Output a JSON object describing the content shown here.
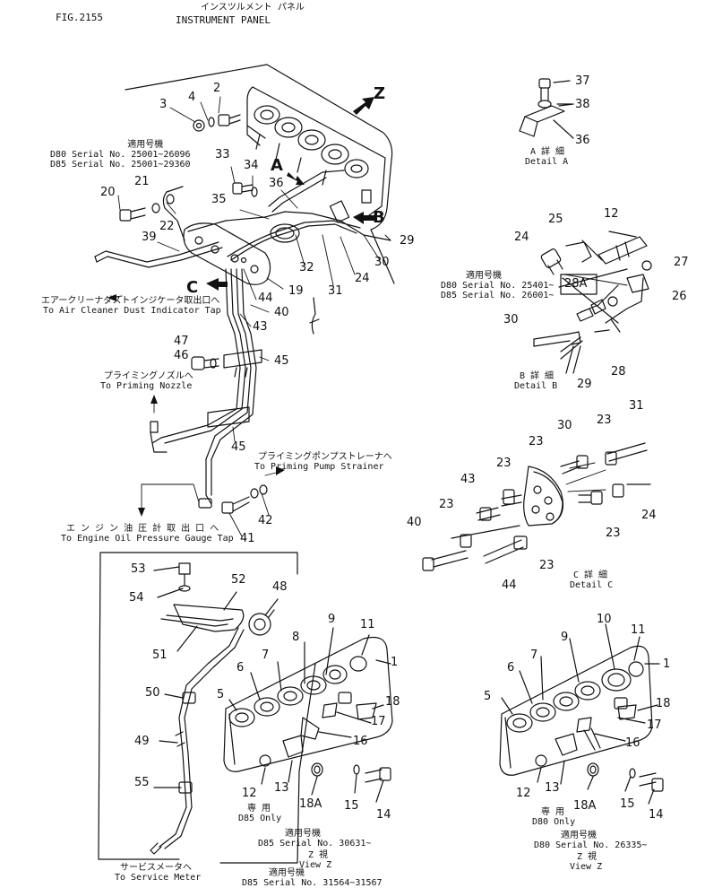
{
  "header": {
    "fig": "FIG.2155",
    "title_jp": "インスツルメント パネル",
    "title": "INSTRUMENT PANEL"
  },
  "notes": {
    "top_left": [
      "適用号機",
      "D80  Serial  No.  25001~26096",
      "D85  Serial  No.  25001~29360"
    ],
    "detail_b": [
      "適用号機",
      "D80  Serial  No.  25401~",
      "D85  Serial  No.  26001~"
    ],
    "view_left_only": [
      "専 用",
      "D85  Only"
    ],
    "view_left_serial": [
      "適用号機",
      "D85  Serial  No.  30631~"
    ],
    "view_left_caption": [
      "Z 視",
      "View Z"
    ],
    "view_left_serial2": [
      "適用号機",
      "D85  Serial  No.  31564~31567"
    ],
    "view_right_only": [
      "専 用",
      "D80  Only"
    ],
    "view_right_serial": [
      "適用号機",
      "D80  Serial  No.  26335~"
    ],
    "view_right_caption": [
      "Z 視",
      "View Z"
    ]
  },
  "callouts": {
    "air_cleaner": [
      "エアークリーナダストインジケータ取出口へ",
      "To  Air  Cleaner  Dust  Indicator  Tap"
    ],
    "priming_nozzle": [
      "プライミングノズルへ",
      "To  Priming  Nozzle"
    ],
    "priming_pump": [
      "プライミングポンプストレーナへ",
      "To  Priming  Pump  Strainer"
    ],
    "engine_oil": [
      "エ ン ジ ン 油 圧 計 取 出 口 へ",
      "To  Engine  Oil  Pressure  Gauge  Tap"
    ],
    "service_meter": [
      "サービスメータへ",
      "To  Service  Meter"
    ]
  },
  "details": {
    "a": [
      "A 詳 細",
      "Detail  A"
    ],
    "b": [
      "B 詳 細",
      "Detail  B"
    ],
    "c": [
      "C 詳 細",
      "Detail  C"
    ]
  },
  "view_letters": {
    "z": "Z",
    "a": "A",
    "b": "B",
    "c": "C"
  },
  "part_numbers": {
    "main": [
      "2",
      "3",
      "4",
      "33",
      "34",
      "35",
      "36",
      "21",
      "22",
      "20",
      "39",
      "29",
      "30",
      "24",
      "31",
      "32",
      "19",
      "44",
      "40",
      "43",
      "47",
      "46",
      "45",
      "45",
      "42",
      "41"
    ],
    "detail_a": [
      "37",
      "38",
      "36"
    ],
    "detail_b": [
      "12",
      "25",
      "24",
      "27",
      "26",
      "28A",
      "30",
      "28",
      "29"
    ],
    "detail_c": [
      "30",
      "31",
      "23",
      "23",
      "23",
      "43",
      "23",
      "24",
      "40",
      "23",
      "23",
      "44"
    ],
    "view_left": [
      "53",
      "52",
      "48",
      "54",
      "51",
      "50",
      "49",
      "55",
      "9",
      "11",
      "8",
      "1",
      "7",
      "6",
      "5",
      "18",
      "17",
      "16",
      "12",
      "13",
      "18A",
      "15",
      "14"
    ],
    "view_right": [
      "10",
      "11",
      "7",
      "9",
      "1",
      "6",
      "5",
      "18",
      "17",
      "16",
      "12",
      "13",
      "18A",
      "15",
      "14"
    ]
  }
}
